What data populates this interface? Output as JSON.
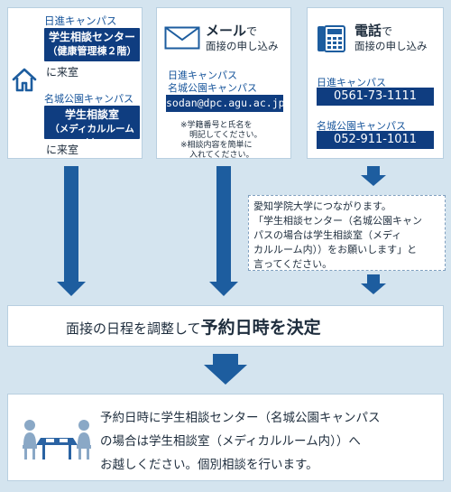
{
  "visit": {
    "campus1": "日進キャンパス",
    "room1_line1": "学生相談センター",
    "room1_line2": "（健康管理棟２階）",
    "come1": "に来室",
    "campus2": "名城公園キャンパス",
    "room2_line1": "学生相談室",
    "room2_line2": "（メディカルルーム内）",
    "come2": "に来室"
  },
  "mail": {
    "title_em": "メール",
    "title_de": "で",
    "subtitle": "面接の申し込み",
    "campus1": "日進キャンパス",
    "campus2": "名城公園キャンパス",
    "address": "sodan@dpc.agu.ac.jp",
    "note1_line1": "※学籍番号と氏名を",
    "note1_line2": "明記してください。",
    "note2_line1": "※相談内容を簡単に",
    "note2_line2": "入れてください。"
  },
  "phone": {
    "title_em": "電話",
    "title_de": "で",
    "subtitle": "面接の申し込み",
    "campus1": "日進キャンパス",
    "number1": "0561-73-1111",
    "campus2": "名城公園キャンパス",
    "number2": "052-911-1011"
  },
  "phone_note": {
    "line1": "愛知学院大学につながります。",
    "line2": "「学生相談センター（名城公園キャン",
    "line3": "パスの場合は学生相談室（メディ",
    "line4": "カルルーム内））をお願いします」と",
    "line5": "言ってください。"
  },
  "schedule": {
    "lead": "面接の日程を調整して",
    "emphasis": "予約日時を決定"
  },
  "final": {
    "line1": "予約日時に学生相談センター（名城公園キャンパス",
    "line2": "の場合は学生相談室（メディカルルーム内））へ",
    "line3": "お越しください。個別相談を行います。"
  },
  "colors": {
    "background": "#d4e4ef",
    "accent_navy": "#0f3d80",
    "arrow_blue": "#1d5d9f",
    "campus_text": "#15539a"
  }
}
